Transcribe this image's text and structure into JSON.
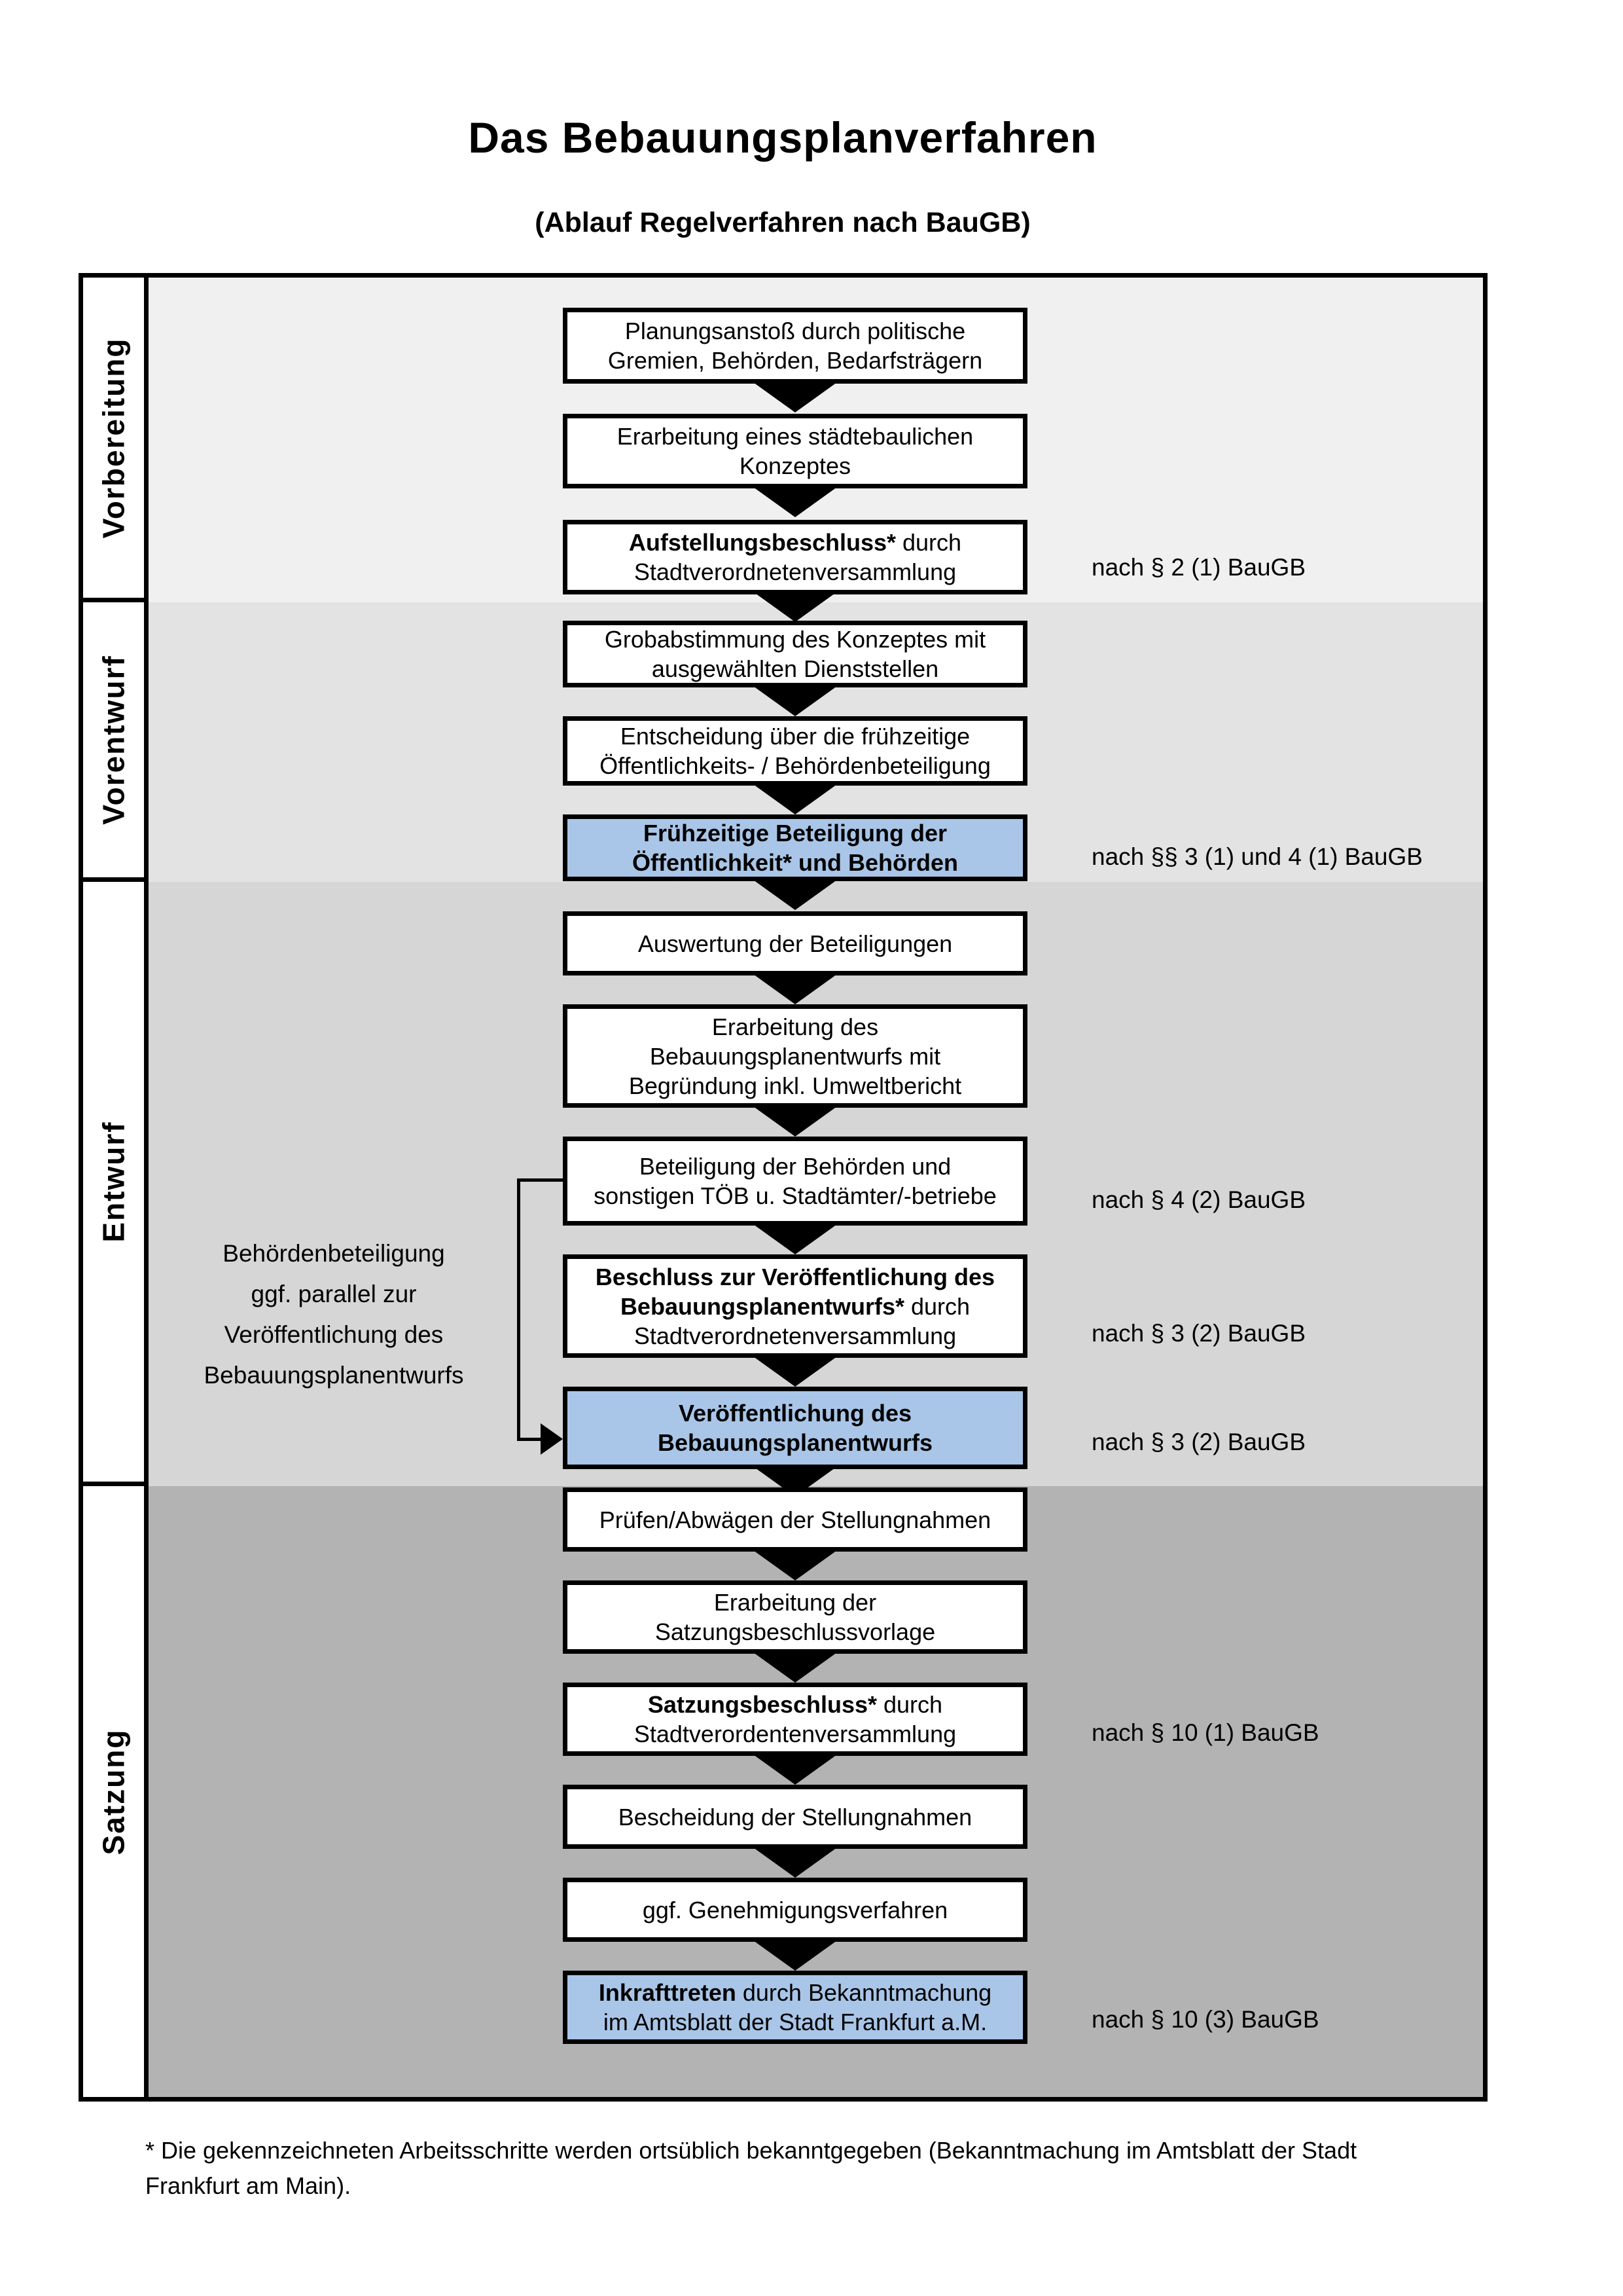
{
  "title": "Das Bebauungsplanverfahren",
  "subtitle": "(Ablauf Regelverfahren nach BauGB)",
  "colors": {
    "highlight": "#a9c6e8",
    "band1": "#f0f0f0",
    "band2": "#e3e3e3",
    "band3": "#d6d6d6",
    "band4": "#b3b3b3",
    "box_border": "#000000"
  },
  "phases": [
    {
      "label": "Vorbereitung"
    },
    {
      "label": "Vorentwurf"
    },
    {
      "label": "Entwurf"
    },
    {
      "label": "Satzung"
    }
  ],
  "steps": [
    {
      "bold": "",
      "text": "Planungsanstoß durch politische\nGremien, Behörden, Bedarfsträgern",
      "ref": ""
    },
    {
      "bold": "",
      "text": "Erarbeitung eines städtebaulichen\nKonzeptes",
      "ref": ""
    },
    {
      "bold": "Aufstellungsbeschluss*",
      "text": " durch\nStadtverordnetenversammlung",
      "ref": "nach § 2 (1) BauGB"
    },
    {
      "bold": "",
      "text": "Grobabstimmung des Konzeptes mit\nausgewählten Dienststellen",
      "ref": ""
    },
    {
      "bold": "",
      "text": "Entscheidung über die frühzeitige\nÖffentlichkeits- / Behördenbeteiligung",
      "ref": ""
    },
    {
      "bold": "Frühzeitige Beteiligung der\nÖffentlichkeit* und Behörden",
      "text": "",
      "ref": "nach §§ 3 (1) und 4 (1) BauGB",
      "highlight": true
    },
    {
      "bold": "",
      "text": "Auswertung der Beteiligungen",
      "ref": ""
    },
    {
      "bold": "",
      "text": "Erarbeitung des\nBebauungsplanentwurfs mit\nBegründung inkl. Umweltbericht",
      "ref": ""
    },
    {
      "bold": "",
      "text": "Beteiligung der Behörden und\nsonstigen TÖB u. Stadtämter/-betriebe",
      "ref": "nach § 4 (2) BauGB"
    },
    {
      "bold": "Beschluss zur Veröffentlichung des\nBebauungsplanentwurfs*",
      "text": " durch\nStadtverordnetenversammlung",
      "ref": "nach § 3 (2) BauGB"
    },
    {
      "bold": "Veröffentlichung des\nBebauungsplanentwurfs",
      "text": "",
      "ref": "nach § 3 (2) BauGB",
      "highlight": true
    },
    {
      "bold": "",
      "text": "Prüfen/Abwägen der Stellungnahmen",
      "ref": ""
    },
    {
      "bold": "",
      "text": "Erarbeitung der\nSatzungsbeschlussvorlage",
      "ref": ""
    },
    {
      "bold": "Satzungsbeschluss*",
      "text": " durch\nStadtverordentenversammlung",
      "ref": "nach § 10 (1) BauGB"
    },
    {
      "bold": "",
      "text": "Bescheidung der Stellungnahmen",
      "ref": ""
    },
    {
      "bold": "",
      "text": "ggf. Genehmigungsverfahren",
      "ref": ""
    },
    {
      "bold": "Inkrafttreten",
      "text": " durch Bekanntmachung\nim Amtsblatt der Stadt Frankfurt a.M.",
      "ref": "nach § 10 (3) BauGB",
      "highlight": true
    }
  ],
  "annotation": "Behördenbeteiligung\nggf. parallel zur\nVeröffentlichung des\nBebauungsplanentwurfs",
  "footnote": "* Die gekennzeichneten Arbeitsschritte werden ortsüblich bekanntgegeben (Bekanntmachung im Amtsblatt  der Stadt\nFrankfurt am Main)."
}
